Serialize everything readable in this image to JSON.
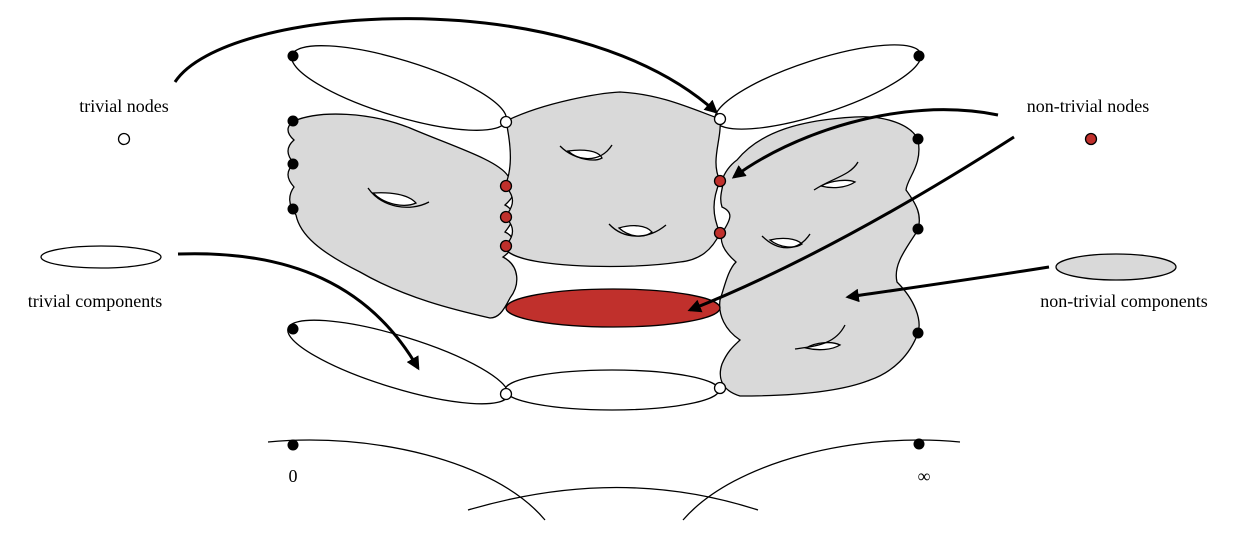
{
  "legend": {
    "trivial_nodes": "trivial nodes",
    "nontrivial_nodes": "non-trivial nodes",
    "trivial_components": "trivial components",
    "nontrivial_components": "non-trivial components"
  },
  "base_curve": {
    "label_zero": "0",
    "label_infinity": "∞"
  },
  "colors": {
    "nontrivial_fill": "#d9d9d9",
    "nontrivial_node": "#c0302c",
    "marked_point": "#000000",
    "trivial_fill": "#ffffff"
  }
}
